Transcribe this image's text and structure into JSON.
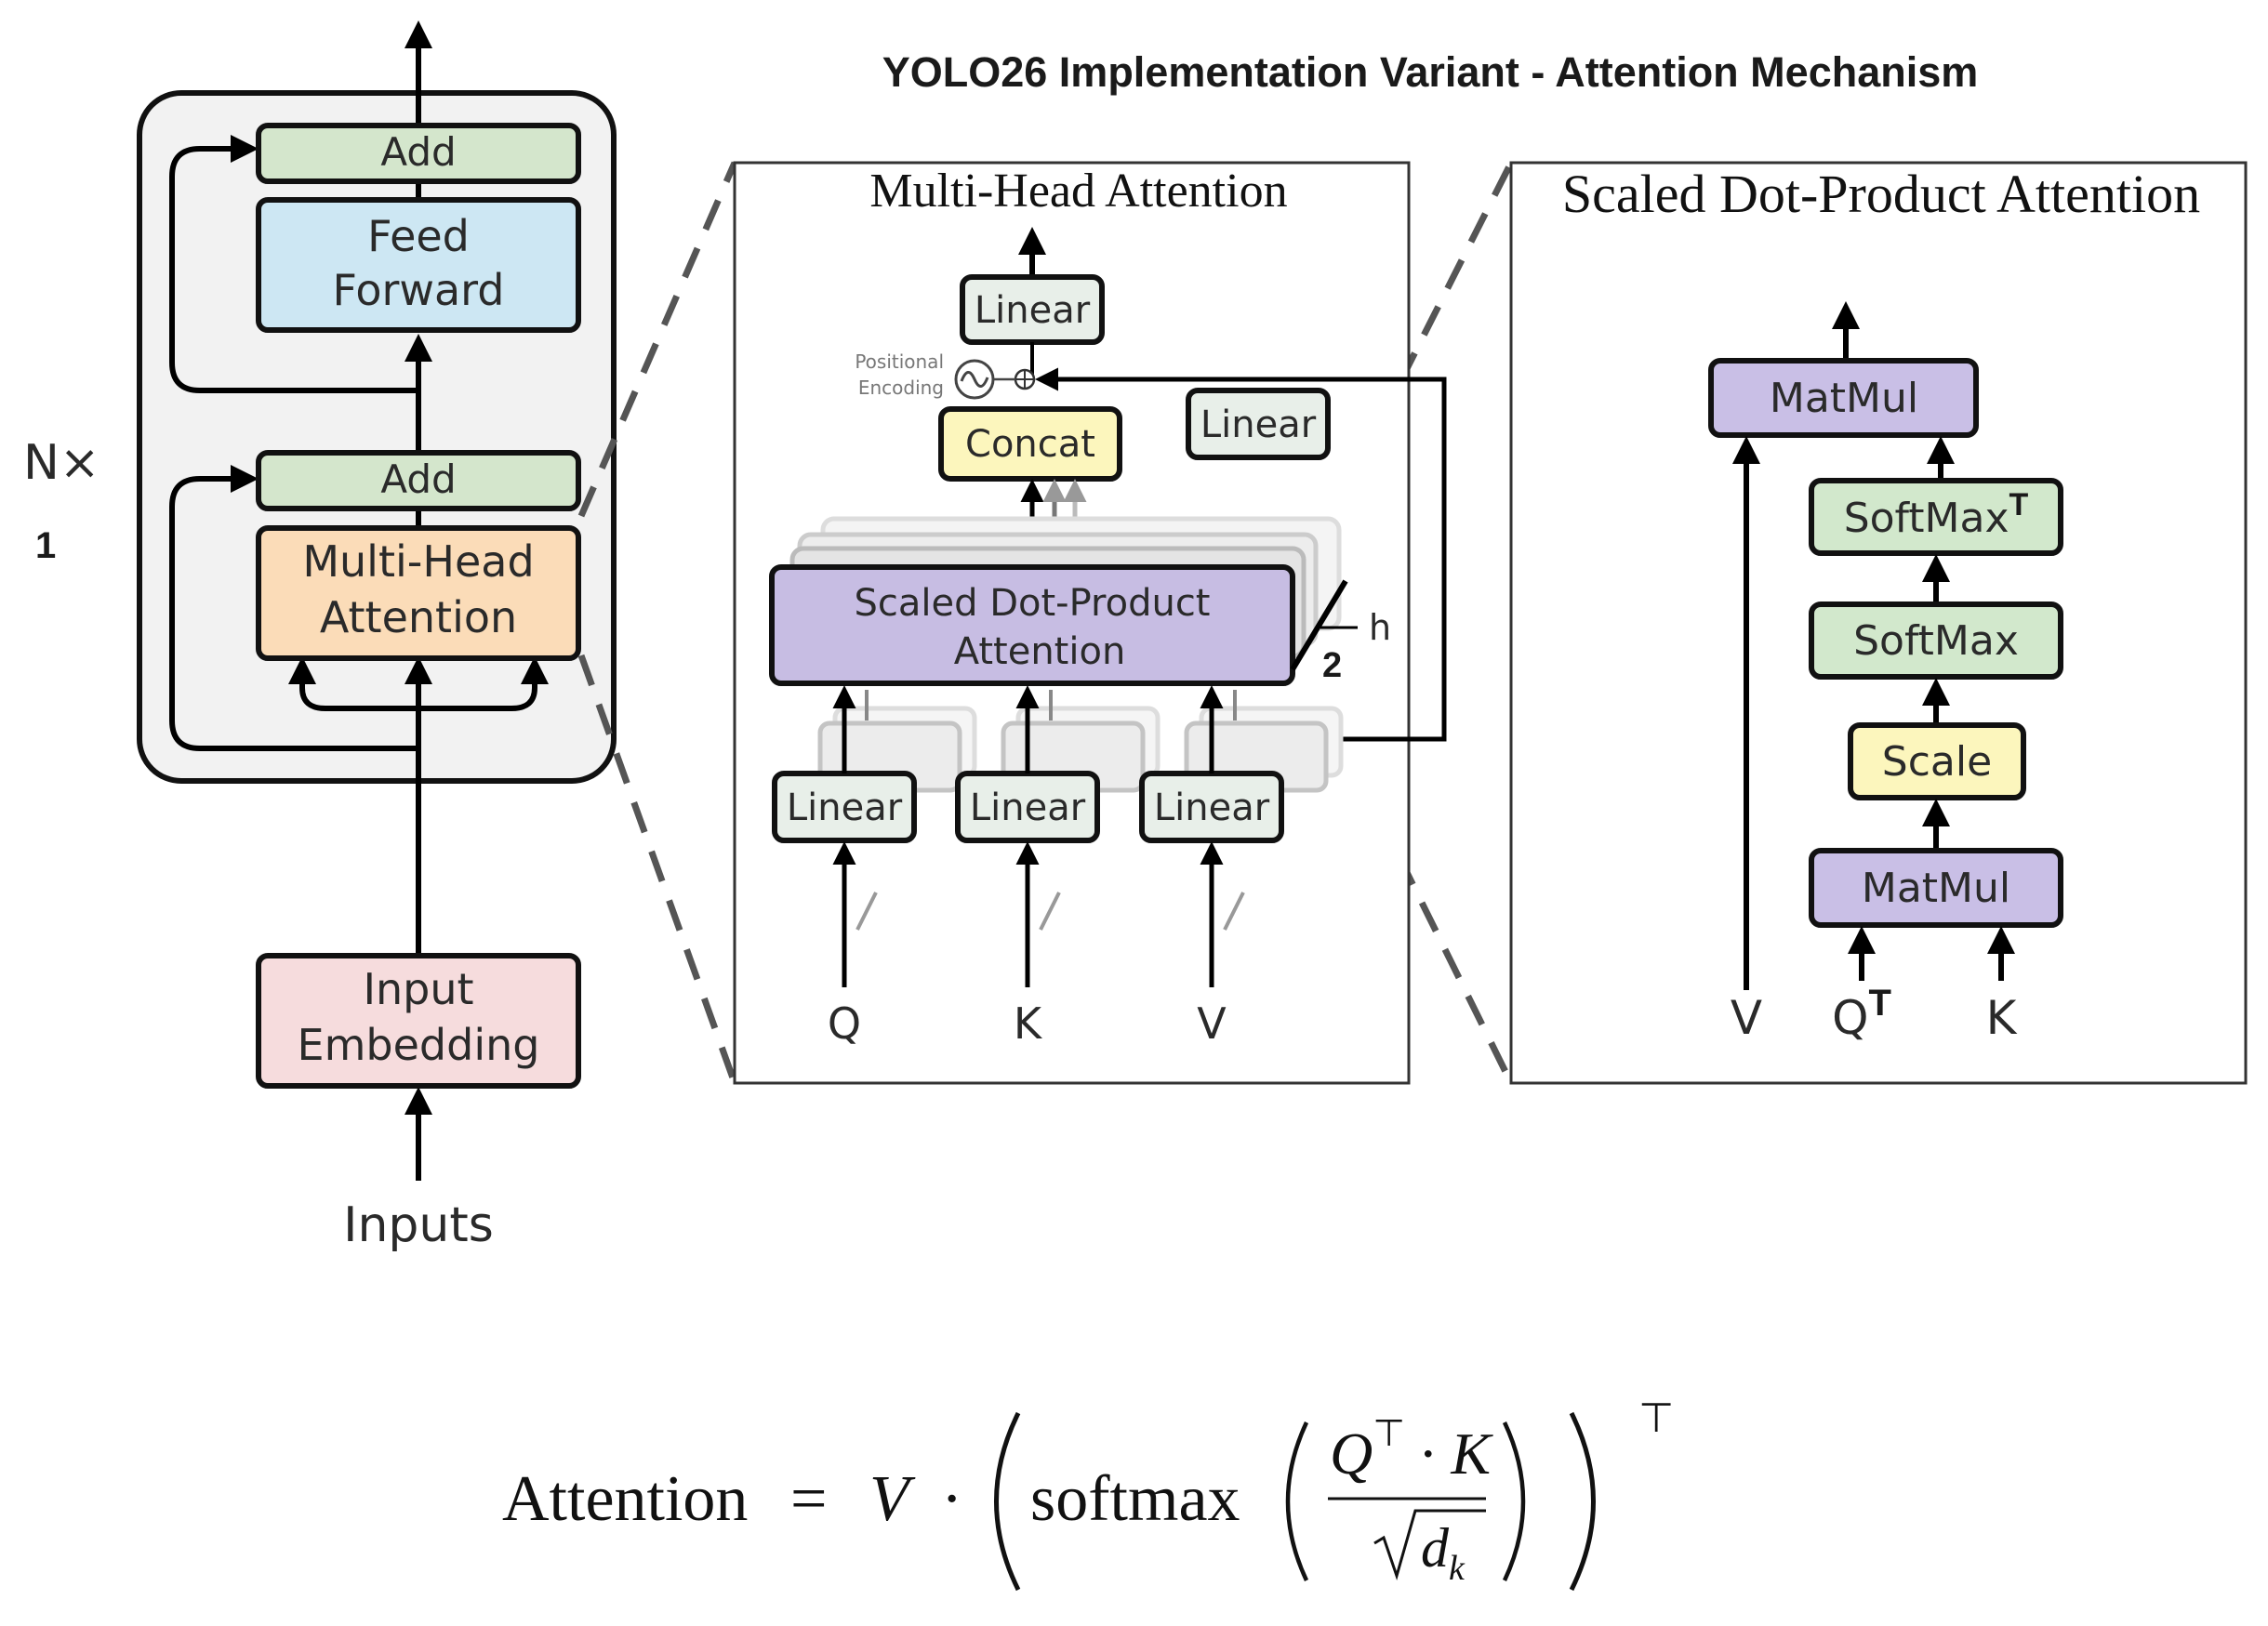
{
  "title": "YOLO26 Implementation Variant - Attention Mechanism",
  "colors": {
    "add": "#d4e6cc",
    "feed_forward": "#cde7f3",
    "multi_head": "#fbdcb8",
    "input_embedding": "#f6dcdd",
    "linear": "#e8efe9",
    "concat": "#fcf6bd",
    "sdpa": "#c7bde3",
    "softmax": "#d2e8cc",
    "scale": "#fcf6bd",
    "matmul": "#c9bfe6",
    "stack_background": "#f2f2f2"
  },
  "encoder": {
    "repeat_label": "N×",
    "repeat_value": "1",
    "add_top": "Add",
    "feed_forward_line1": "Feed",
    "feed_forward_line2": "Forward",
    "add_bottom": "Add",
    "mha_line1": "Multi-Head",
    "mha_line2": "Attention",
    "input_embedding_line1": "Input",
    "input_embedding_line2": "Embedding",
    "inputs_label": "Inputs"
  },
  "multi_head_panel": {
    "title": "Multi-Head Attention",
    "linear_top": "Linear",
    "positional_line1": "Positional",
    "positional_line2": "Encoding",
    "concat": "Concat",
    "linear_side": "Linear",
    "sdpa_line1": "Scaled Dot-Product",
    "sdpa_line2": "Attention",
    "h_label": "h",
    "h_value": "2",
    "linear_q": "Linear",
    "linear_k": "Linear",
    "linear_v": "Linear",
    "input_q": "Q",
    "input_k": "K",
    "input_v": "V"
  },
  "sdpa_panel": {
    "title": "Scaled Dot-Product Attention",
    "matmul_top": "MatMul",
    "softmax_t": "SoftMax",
    "softmax_t_sup": "T",
    "softmax": "SoftMax",
    "scale": "Scale",
    "matmul_bottom": "MatMul",
    "input_v": "V",
    "input_q": "Q",
    "input_q_sup": "T",
    "input_k": "K"
  },
  "formula": {
    "lhs": "Attention",
    "equals": "=",
    "v": "V",
    "dot": "·",
    "softmax": "softmax",
    "numerator_q": "Q",
    "transpose": "⊤",
    "numerator_dot": "·",
    "numerator_k": "K",
    "denominator_d": "d",
    "denominator_sub": "k",
    "outer_transpose": "⊤"
  }
}
